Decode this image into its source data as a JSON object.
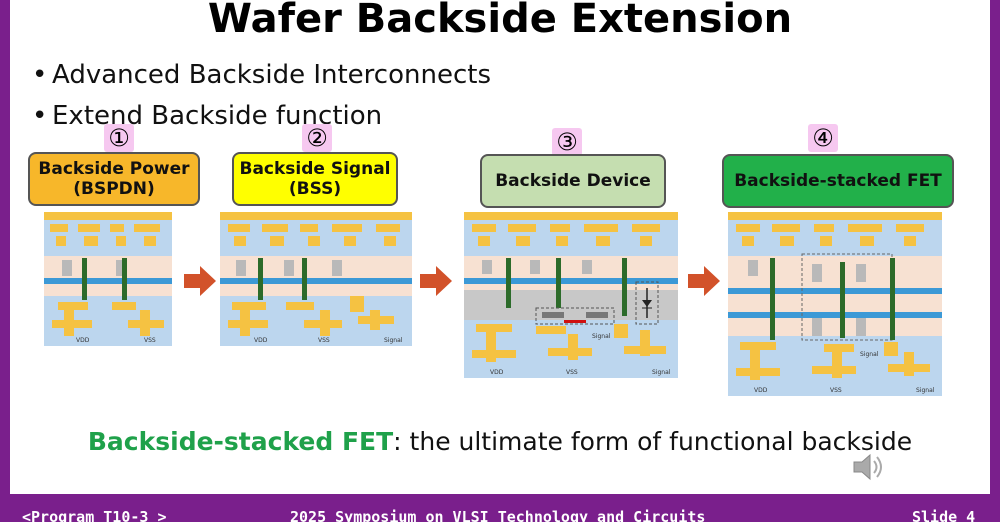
{
  "slide": {
    "title": "Wafer Backside Extension",
    "bullets": [
      "Advanced Backside Interconnects",
      "Extend Backside function"
    ],
    "bullet_marker": "•",
    "panels": [
      {
        "number": "①",
        "label_line1": "Backside Power",
        "label_line2": "(BSPDN)",
        "label_color": "#f7b72a",
        "rail_labels": [
          "VDD",
          "VSS",
          ""
        ]
      },
      {
        "number": "②",
        "label_line1": "Backside Signal",
        "label_line2": "(BSS)",
        "label_color": "#ffff00",
        "rail_labels": [
          "VDD",
          "VSS",
          "Signal"
        ]
      },
      {
        "number": "③",
        "label_line1": "Backside Device",
        "label_line2": "",
        "label_color": "#c5deb0",
        "inner_label": "Signal",
        "rail_labels": [
          "VDD",
          "VSS",
          "Signal"
        ]
      },
      {
        "number": "④",
        "label_line1": "Backside-stacked FET",
        "label_line2": "",
        "label_color": "#22b04a",
        "inner_label": "Signal",
        "rail_labels": [
          "VDD",
          "VSS",
          "Signal"
        ]
      }
    ],
    "caption_highlight": "Backside-stacked FET",
    "caption_rest": ": the ultimate form of functional backside",
    "speaker_icon": "speaker-icon",
    "arrow_icon": "right-arrow-icon",
    "colors": {
      "frame": "#7a1f8c",
      "highlight": "#1fa14a",
      "metal": "#f5c242",
      "dielectric": "#bcd6ee",
      "device": "#f7e1d2",
      "rail": "#3c99d6",
      "via": "#2c6b2a",
      "arrow": "#d2522a",
      "number_bg": "#f6c8f0"
    }
  },
  "footer": {
    "program": "<Program T10-3 >",
    "conference": "2025 Symposium on VLSI Technology and Circuits",
    "slide_number": "Slide 4"
  }
}
